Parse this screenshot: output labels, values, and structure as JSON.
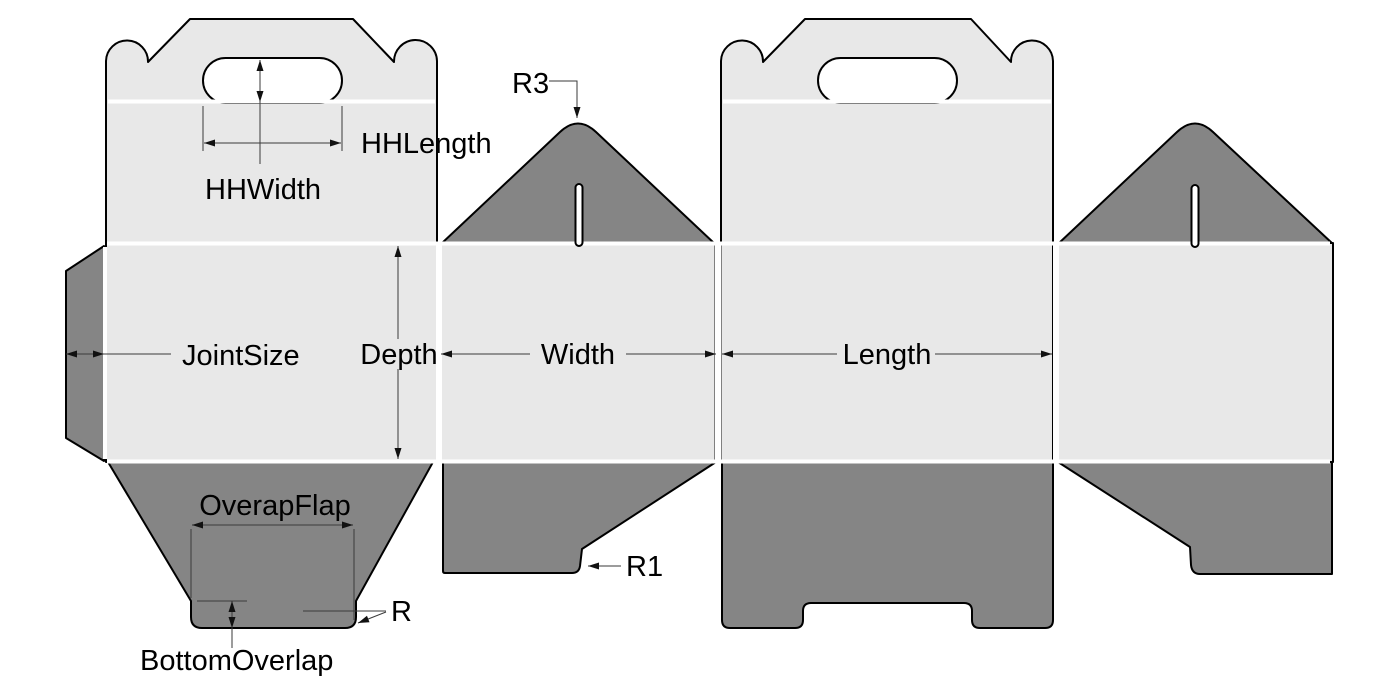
{
  "diagram": {
    "type": "packaging-dieline",
    "description": "Gable-top carry-handle carton dieline with labeled dimensions",
    "colors": {
      "background": "#ffffff",
      "panel_light": "#e8e8e8",
      "flap_dark": "#858585",
      "cut_line": "#000000",
      "dimension_line": "#3a3a3a",
      "text": "#000000"
    },
    "labels": {
      "hh_length": "HHLength",
      "hh_width": "HHWidth",
      "r3": "R3",
      "joint_size": "JointSize",
      "depth": "Depth",
      "width": "Width",
      "length": "Length",
      "overlap_flap": "OverapFlap",
      "r": "R",
      "bottom_overlap": "BottomOverlap",
      "r1": "R1"
    }
  }
}
